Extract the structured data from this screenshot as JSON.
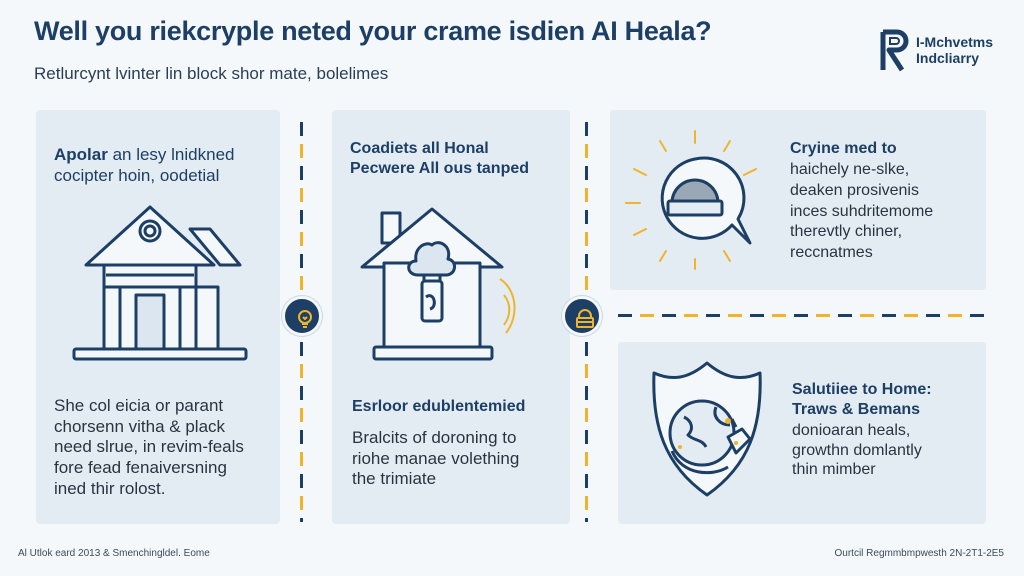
{
  "header": {
    "title": "Well you riekcryple neted your crame isdien AI Heala?",
    "subtitle": "Retlurcynt lvinter lin block shor mate, bolelimes"
  },
  "logo": {
    "line1": "I-Mchvetms",
    "line2": "Indcliarry",
    "mark": "R"
  },
  "panels": {
    "p1": {
      "heading_bold": "Apolar",
      "heading_rest": " an lesy lnidkned",
      "heading_line2": "cocipter hoin, oodetial",
      "body": [
        "She col eicia or parant",
        "chorsenn vitha & plack",
        "need slrue, in revim-feals",
        "fore fead fenaiversning",
        "ined thir rolost."
      ]
    },
    "p2": {
      "heading": [
        "Coadiets all Honal",
        "Pecwere All ous tanped"
      ],
      "subheading": "Esrloor edublentemied",
      "body": [
        "Bralcits of doroning to",
        "riohe manae volething",
        "the trimiate"
      ]
    },
    "p3": {
      "heading": "Cryine med to",
      "body": [
        "haichely ne-slke,",
        "deaken prosivenis",
        "inces suhdritemome",
        "therevtly chiner,",
        "reccnatmes"
      ]
    },
    "p4": {
      "heading": [
        "Salutiiee to Home:",
        "Traws & Bemans"
      ],
      "body": [
        "donioaran heals,",
        "growthn domlantly",
        "thin mimber"
      ]
    }
  },
  "footer": {
    "left": "Al Utlok eard 2013 & Smenchingldel. Eome",
    "right": "Ourtcil Regmmbmpwesth 2N-2T1-2E5"
  },
  "colors": {
    "navy": "#1d3f66",
    "accent": "#f0b429",
    "panel": "#e4ecf3",
    "background": "#f4f8fb"
  }
}
